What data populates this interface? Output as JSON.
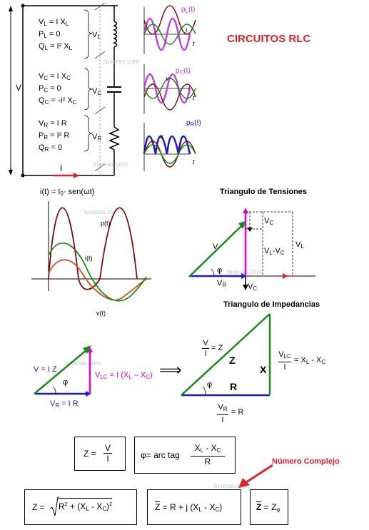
{
  "title": "CIRCUITOS RLC",
  "watermark": "tuveras.com",
  "circuit": {
    "label_v": "V",
    "label_i": "I",
    "label_vl": "V",
    "label_vl_sub": "L",
    "label_vc": "V",
    "label_vc_sub": "C",
    "label_vr": "V",
    "label_vr_sub": "R",
    "inductor_eqs": [
      "V",
      "L",
      " = I X",
      "L",
      "P",
      "L",
      " = 0",
      "Q",
      "L",
      " = I² X",
      "L"
    ],
    "capacitor_eqs": [
      "V",
      "C",
      " = I X",
      "C",
      "P",
      "C",
      " = 0",
      "Q",
      "C",
      " = -I² X",
      "C"
    ],
    "resistor_eqs": [
      "V",
      "R",
      " = I R",
      "P",
      "R",
      " = I² R",
      "Q",
      "R",
      " = 0"
    ]
  },
  "mini_waves": {
    "l": {
      "label": "p",
      "label_sub": "L",
      "label_tail": "(t)",
      "v": "v",
      "i": "i",
      "t": "t",
      "sub": "L"
    },
    "c": {
      "label": "p",
      "label_sub": "C",
      "label_tail": "(t)",
      "v": "v",
      "i": "i",
      "t": "t",
      "sub": "C"
    },
    "r": {
      "label": "p",
      "label_sub": "R",
      "label_tail": "(t)",
      "v": "v",
      "i": "i",
      "t": "t"
    }
  },
  "main_wave": {
    "formula": "i(t) = I",
    "formula_sub": "0",
    "formula_tail": "· sen(ωt)",
    "p": "p(t)",
    "i": "i(t)",
    "v": "v(t)"
  },
  "tensiones": {
    "title": "Triangulo de Tensiones",
    "v": "V",
    "phi": "φ",
    "vr": "V",
    "vr_sub": "R",
    "vc": "V",
    "vc_sub": "C",
    "vc2": "V",
    "vc2_sub": "C",
    "vlvc": "V",
    "vlvc_sub1": "L",
    "vlvc_mid": "-V",
    "vlvc_sub2": "C",
    "vl": "V",
    "vl_sub": "L"
  },
  "impedancias": {
    "title": "Triangulo de Impedancias",
    "left": {
      "vi": "V = I Z",
      "phi": "φ",
      "vr": "V",
      "vr_sub": "R",
      "vr_tail": " = I R",
      "vlc": "V",
      "vlc_sub": "LC",
      "vlc_tail": " = I (X",
      "vlc_sub2": "L",
      "vlc_mid": " – X",
      "vlc_sub3": "C",
      "vlc_end": ")"
    },
    "arrow": "⟹",
    "right": {
      "z_frac_num": "V",
      "z_frac_den": "I",
      "z_eq": "= Z",
      "z": "Z",
      "x": "X",
      "r": "R",
      "phi": "φ",
      "r_frac_num": "V",
      "r_frac_num_sub": "R",
      "r_frac_den": "I",
      "r_eq": "= R",
      "x_frac_num": "V",
      "x_frac_num_sub": "LC",
      "x_frac_den": "I",
      "x_eq": "= X",
      "x_sub1": "L",
      "x_mid": " - X",
      "x_sub2": "C"
    }
  },
  "formulas": {
    "z_def": {
      "lhs": "Z =",
      "num": "V",
      "den": "I"
    },
    "phi_def": {
      "lhs": "φ= arc tag",
      "num_a": "X",
      "num_a_sub": "L",
      "num_mid": " - X",
      "num_b_sub": "C",
      "den": "R"
    },
    "complex_label": "Número Complejo",
    "z_mod": {
      "lhs": "Z =",
      "inner": "R",
      "inner_sup": "2",
      "mid": " + (X",
      "sub1": "L",
      "mid2": " - X",
      "sub2": "C",
      "close": ")",
      "close_sup": "2"
    },
    "z_complex": {
      "lhs": "Z",
      "rest": " = R + j (X",
      "sub1": "L",
      "mid": " - X",
      "sub2": "C",
      "close": ")"
    },
    "z_polar": {
      "lhs": "Z",
      "mid": " = Z",
      "sub": "φ"
    }
  },
  "colors": {
    "title": "#d8242a",
    "green": "#1a8a1a",
    "magenta": "#e000e0",
    "blue": "#1a1acc",
    "dark_red": "#7a1010",
    "orange": "#c8501a",
    "violet": "#a040c0"
  }
}
